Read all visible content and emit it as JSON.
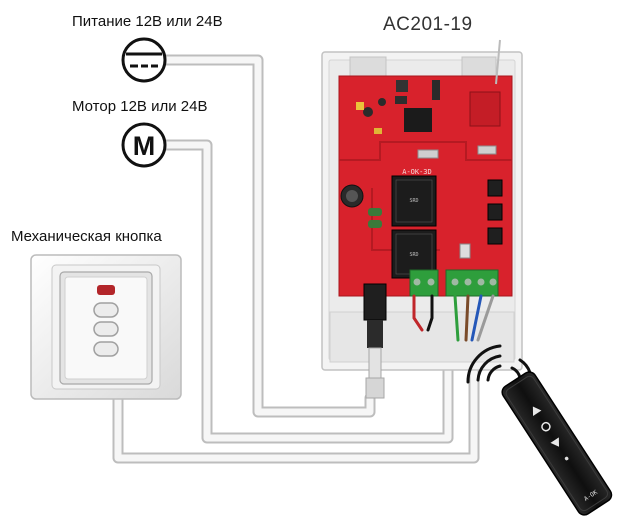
{
  "labels": {
    "power": "Питание 12В или 24В",
    "motor": "Мотор 12В или 24В",
    "mechanical_button": "Механическая кнопка",
    "model": "AC201-19"
  },
  "icons": {
    "power_symbol": "dc-power-icon",
    "motor_symbol": "M",
    "remote": "remote-control-icon",
    "wireless": "wireless-signal-icon"
  },
  "board": {
    "silk_model": "A-OK-3D",
    "remote_brand": "A-OK"
  },
  "colors": {
    "board_red": "#d8222c",
    "enclosure_white": "#f3f3f3",
    "wire_white": "#ececec",
    "terminal_green": "#2e9e3c",
    "wire_red": "#c0262a",
    "wire_blue": "#2457b8",
    "wire_brown": "#7a4b2a",
    "remote_black": "#1a1a1a"
  }
}
